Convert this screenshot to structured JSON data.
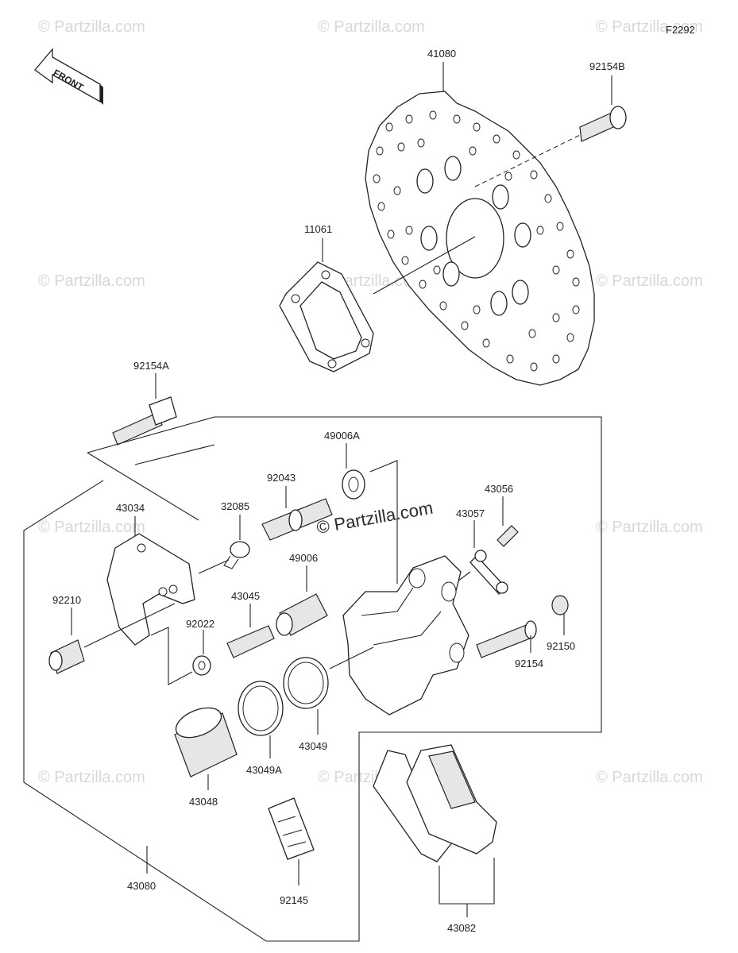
{
  "figure_code": "F2292",
  "front_label": "FRONT",
  "watermark": {
    "small": "© Partzilla.com",
    "main": "© Partzilla.com"
  },
  "parts": {
    "p41080": "41080",
    "p92154B": "92154B",
    "p11061": "11061",
    "p92154A": "92154A",
    "p49006A": "49006A",
    "p92043": "92043",
    "p43056": "43056",
    "p32085": "32085",
    "p43034": "43034",
    "p43057": "43057",
    "p49006": "49006",
    "p92210": "92210",
    "p43045": "43045",
    "p92022": "92022",
    "p92150": "92150",
    "p92154": "92154",
    "p43049": "43049",
    "p43049A": "43049A",
    "p43048": "43048",
    "p43080": "43080",
    "p92145": "92145",
    "p43082": "43082"
  }
}
